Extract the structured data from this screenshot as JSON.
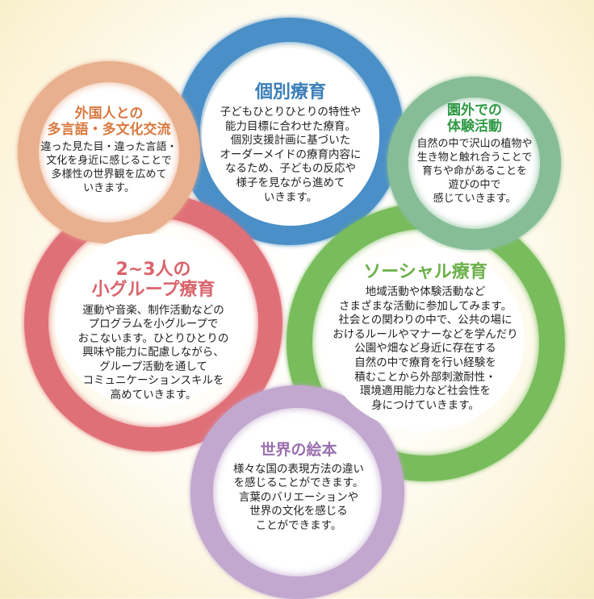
{
  "diagram": {
    "circles": [
      {
        "id": "individual",
        "title": "個別療育",
        "color": "#4a8fc7",
        "title_color": "#3b7fb8",
        "body": [
          "子どもひとりひとりの特性や",
          "能力目標に合わせた療育。",
          "個別支援計画に基づいた",
          "オーダーメイドの療育内容に",
          "なるため、子どもの反応や",
          "様子を見ながら進めて",
          "いきます。"
        ]
      },
      {
        "id": "multilingual",
        "title": [
          "外国人との",
          "多言語・多文化交流"
        ],
        "color": "#e8b08e",
        "title_color": "#d9793f",
        "body": [
          "違った見た目・違った言語・",
          "文化を身近に感じることで",
          "多様性の世界観を広めて",
          "いきます。"
        ]
      },
      {
        "id": "outdoor",
        "title": [
          "園外での",
          "体験活動"
        ],
        "color": "#86bd97",
        "title_color": "#2f9a45",
        "body": [
          "自然の中で沢山の植物や",
          "生き物と触れ合うことで",
          "育ちや命があることを",
          "遊びの中で",
          "感じていきます。"
        ]
      },
      {
        "id": "small-group",
        "title": [
          "2~3人の",
          "小グループ療育"
        ],
        "color": "#e07078",
        "title_color": "#d9646c",
        "body": [
          "運動や音楽、制作活動などの",
          "プログラムを小グループで",
          "おこないます。ひとりひとりの",
          "興味や能力に配慮しながら、",
          "グループ活動を通して",
          "コミュニケーションスキルを",
          "高めていきます。"
        ]
      },
      {
        "id": "social",
        "title": "ソーシャル療育",
        "color": "#78bc5c",
        "title_color": "#6cb04a",
        "body": [
          "地域活動や体験活動など",
          "さまざまな活動に参加してみます。",
          "社会との関わりの中で、公共の場に",
          "おけるルールやマナーなどを学んだり",
          "公園や畑など身近に存在する",
          "自然の中で療育を行い経験を",
          "積むことから外部刺激耐性・",
          "環境適用能力など社会性を",
          "身につけていきます。"
        ]
      },
      {
        "id": "picture-books",
        "title": "世界の絵本",
        "color": "#c2a8cf",
        "title_color": "#9a6fae",
        "body": [
          "様々な国の表現方法の違い",
          "を感じることができます。",
          "言葉のバリエーションや",
          "世界の文化を感じる",
          "ことができます。"
        ]
      }
    ]
  }
}
